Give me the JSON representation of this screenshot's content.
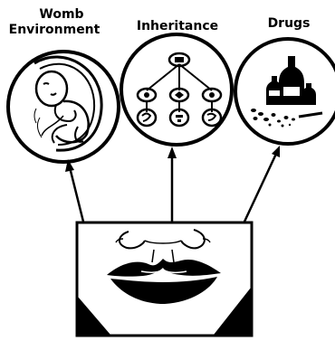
{
  "labels": {
    "womb_line1": "Womb",
    "womb_line2": "Environment",
    "inheritance": "Inheritance",
    "drugs": "Drugs"
  },
  "colors": {
    "ink": "#000000",
    "background": "#ffffff"
  },
  "icons": {
    "womb": "fetus-in-womb-icon",
    "inheritance": "family-tree-icon",
    "drugs": "bottles-and-pills-icon",
    "center": "mouth-lip-illustration"
  }
}
